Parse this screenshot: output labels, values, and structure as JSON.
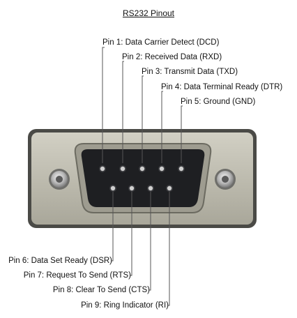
{
  "title": "RS232 Pinout",
  "pins_top": [
    {
      "number": 1,
      "label": "Pin 1: Data Carrier Detect (DCD)"
    },
    {
      "number": 2,
      "label": "Pin 2: Received Data (RXD)"
    },
    {
      "number": 3,
      "label": "Pin 3: Transmit Data (TXD)"
    },
    {
      "number": 4,
      "label": "Pin 4: Data Terminal Ready (DTR)"
    },
    {
      "number": 5,
      "label": "Pin 5: Ground (GND)"
    }
  ],
  "pins_bottom": [
    {
      "number": 6,
      "label": "Pin 6: Data Set Ready (DSR)"
    },
    {
      "number": 7,
      "label": "Pin 7: Request To Send (RTS)"
    },
    {
      "number": 8,
      "label": "Pin 8: Clear To Send (CTS)"
    },
    {
      "number": 9,
      "label": "Pin 9: Ring Indicator (RI)"
    }
  ],
  "colors": {
    "shell": "#b8b6a8",
    "shell_edge": "#6b6a60",
    "cavity": "#1e1f22",
    "pin": "#c9c9c9",
    "line": "#555555"
  }
}
